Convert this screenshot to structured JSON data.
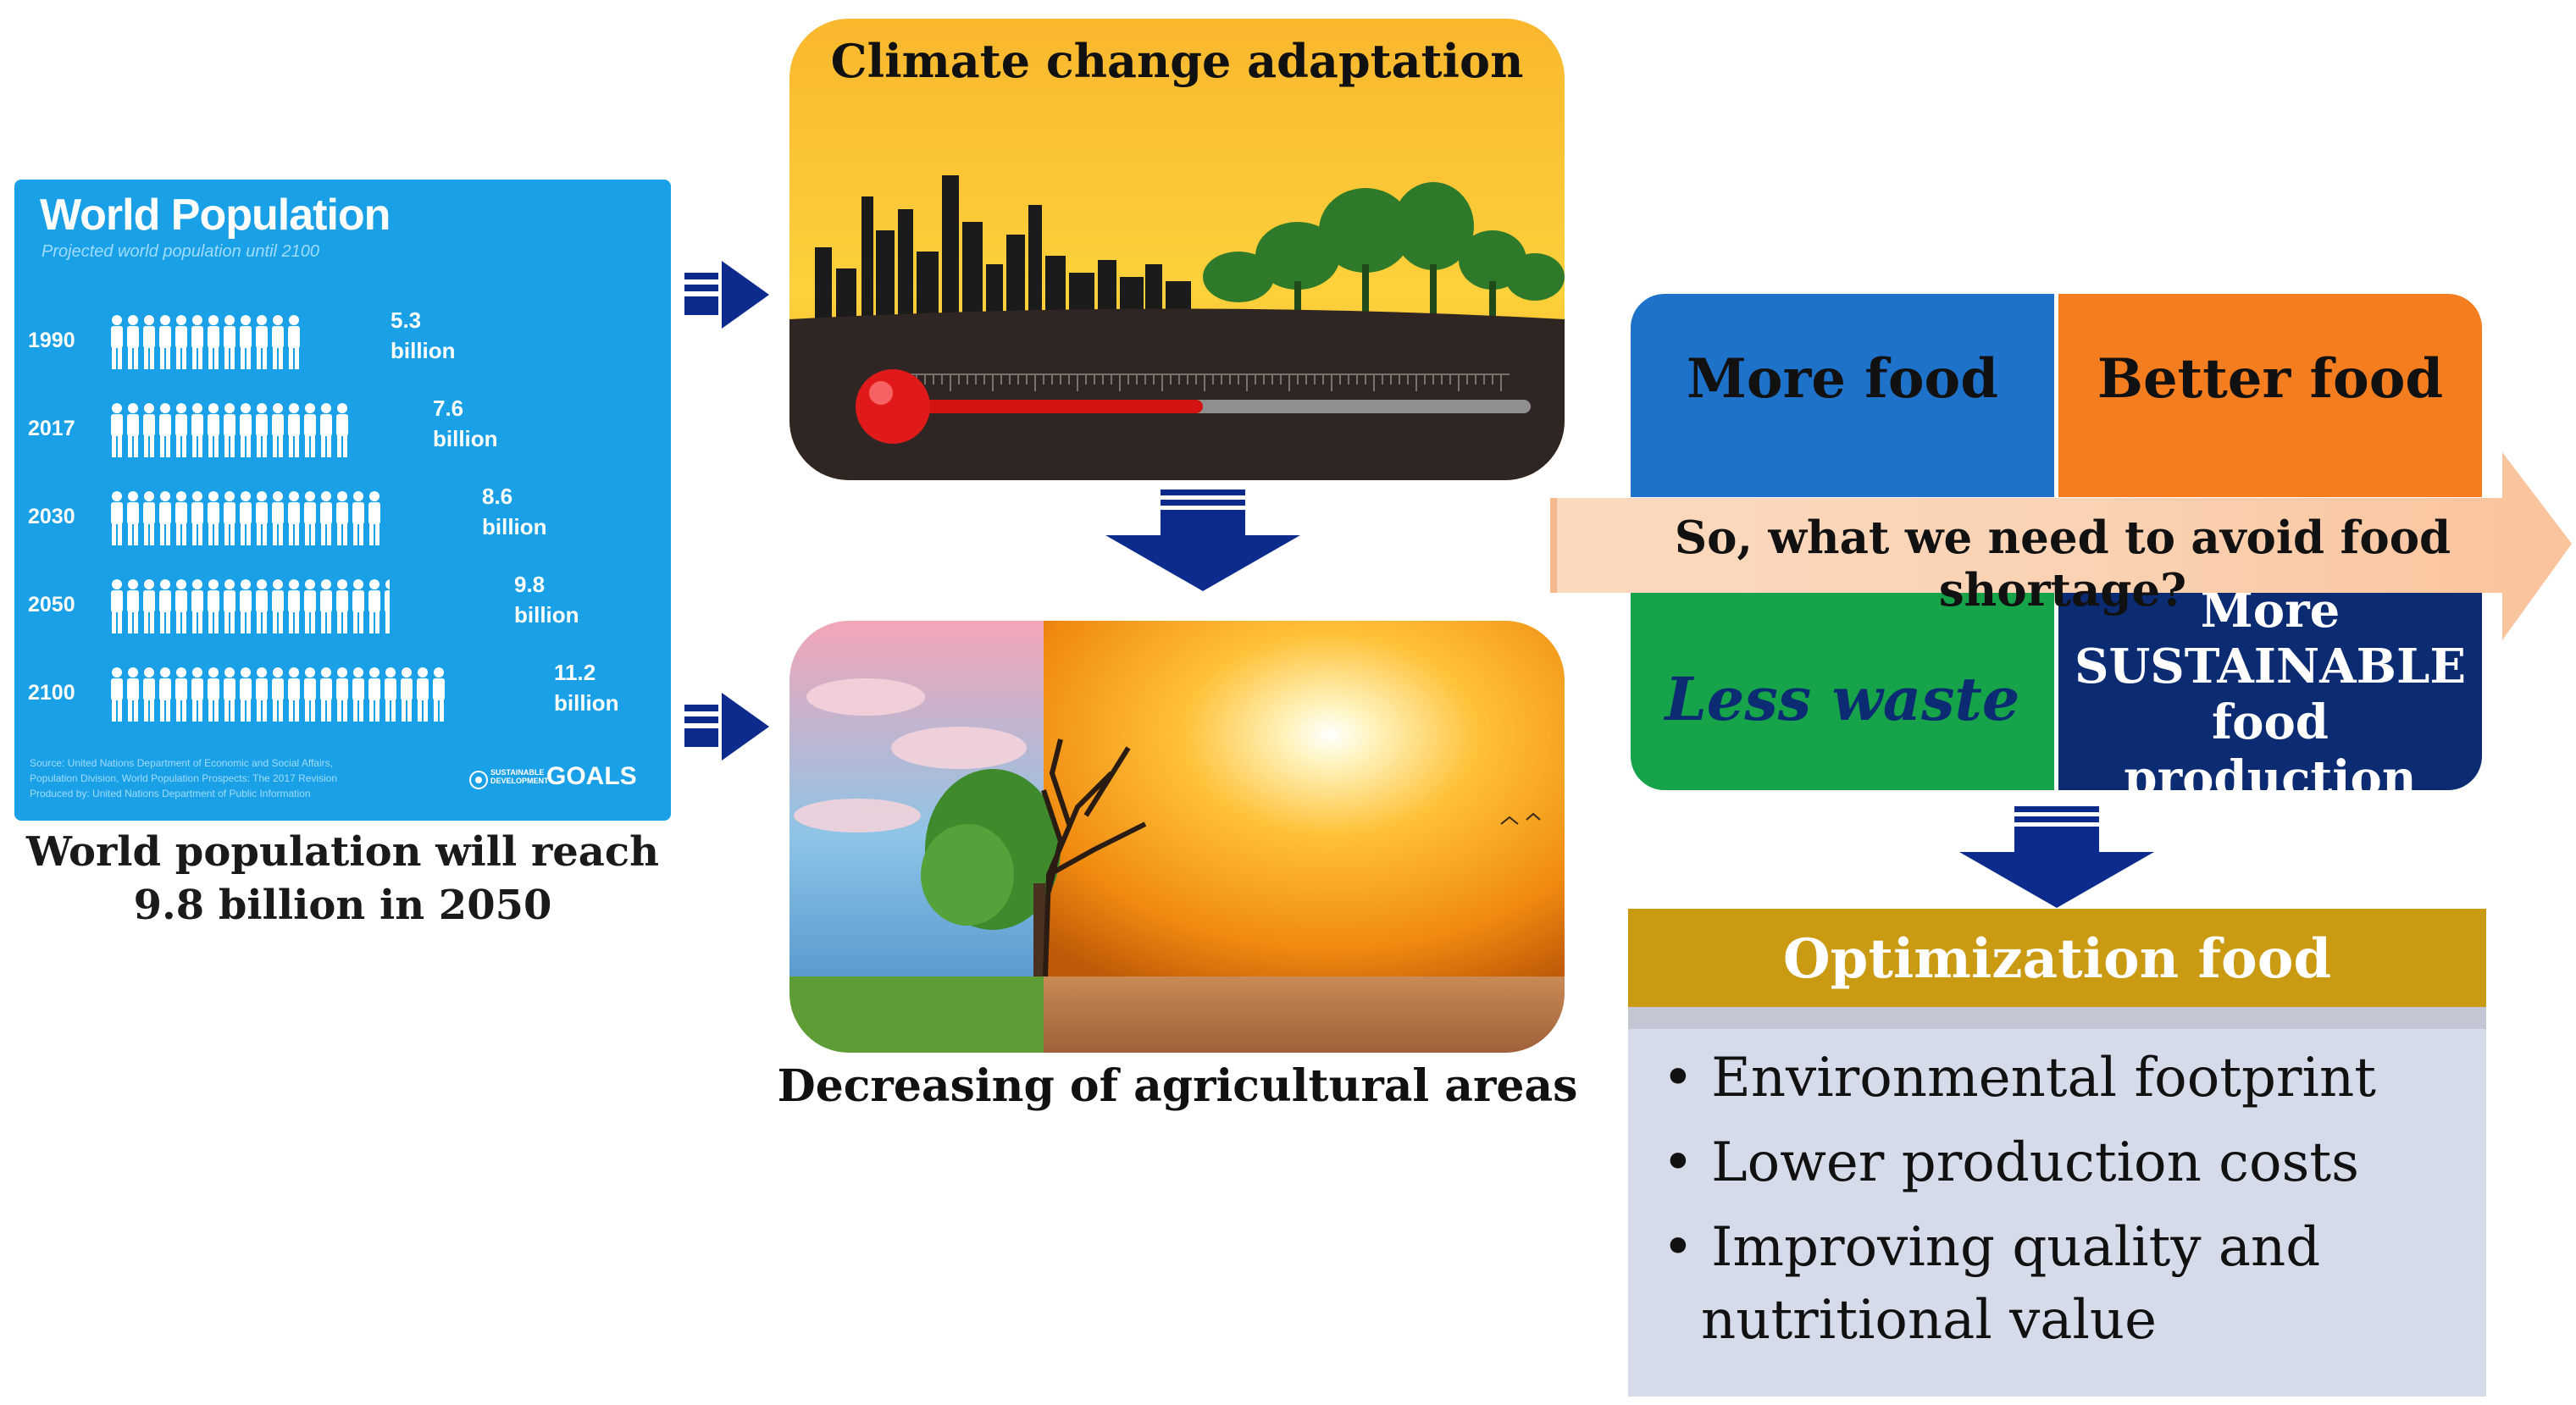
{
  "world_population": {
    "title": "World Population",
    "subtitle": "Projected world population until 2100",
    "rows": [
      {
        "year": "1990",
        "value": "5.3",
        "unit": "billion",
        "people": 12
      },
      {
        "year": "2017",
        "value": "7.6",
        "unit": "billion",
        "people": 15
      },
      {
        "year": "2030",
        "value": "8.6",
        "unit": "billion",
        "people": 17
      },
      {
        "year": "2050",
        "value": "9.8",
        "unit": "billion",
        "people": 19
      },
      {
        "year": "2100",
        "value": "11.2",
        "unit": "billion",
        "people": 21
      }
    ],
    "source_line1": "Source: United Nations Department of Economic and Social Affairs,",
    "source_line2": "Population Division, World Population Prospects: The 2017 Revision",
    "source_line3": "Produced by: United Nations Department of Public Information",
    "goals_small": "SUSTAINABLE DEVELOPMENT",
    "goals": "GOALS",
    "caption_line1": "World population will reach",
    "caption_line2": "9.8 billion in 2050"
  },
  "climate": {
    "title": "Climate change adaptation",
    "thermometer_level": 0.5
  },
  "agriculture": {
    "caption": "Decreasing of agricultural areas"
  },
  "food": {
    "more_food": "More food",
    "better_food": "Better food",
    "question": "So, what we need to avoid food shortage?",
    "less_waste": "Less waste",
    "sustainable_line1": "More",
    "sustainable_line2": "SUSTAINABLE",
    "sustainable_line3": "food production"
  },
  "optimization": {
    "title": "Optimization food processes:",
    "items": [
      "Environmental footprint",
      "Lower production costs",
      "Improving quality and",
      "nutritional value"
    ]
  },
  "colors": {
    "population_blue": "#1aa0e6",
    "arrow_blue": "#0d2b8c",
    "more_food": "#1f72c9",
    "better_food": "#f47d20",
    "less_waste": "#16a34a",
    "sustainable": "#0b2b72",
    "banner": "#fbd3b4",
    "opt_header": "#c99a12",
    "opt_body": "#d6dbea"
  }
}
